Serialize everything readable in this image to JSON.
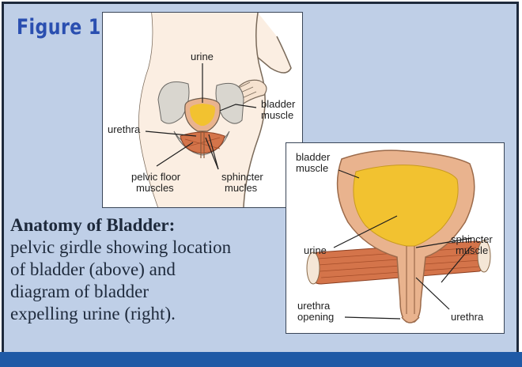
{
  "figure": {
    "title": "Figure 1",
    "caption_heading": "Anatomy of Bladder:",
    "caption_body": "pelvic girdle showing location\nof bladder (above) and\ndiagram of bladder\nexpelling urine (right)."
  },
  "pelvis_diagram": {
    "labels": {
      "urine": "urine",
      "bladder_muscle_1": "bladder",
      "bladder_muscle_2": "muscle",
      "urethra": "urethra",
      "pelvic_floor_1": "pelvic floor",
      "pelvic_floor_2": "muscles",
      "sphincter_1": "sphincter",
      "sphincter_2": "mucles"
    }
  },
  "bladder_diagram": {
    "labels": {
      "bladder_muscle_1": "bladder",
      "bladder_muscle_2": "muscle",
      "urine": "urine",
      "sphincter_1": "sphincter",
      "sphincter_2": "muscle",
      "urethra_opening_1": "urethra",
      "urethra_opening_2": "opening",
      "urethra": "urethra"
    }
  },
  "colors": {
    "panel_background": "#bfcfe7",
    "title": "#2a4fb0",
    "bottom_bar": "#1f5aa6",
    "urine": "#f2c230",
    "muscle": "#d4744a",
    "bladder_wall": "#e9b38e"
  }
}
